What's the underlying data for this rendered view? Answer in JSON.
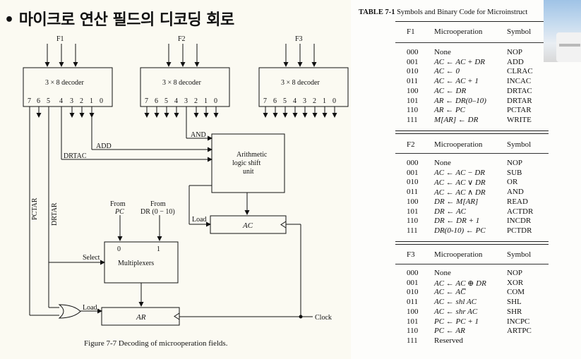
{
  "slide": {
    "title": "• 마이크로 연산 필드의 디코딩 회로"
  },
  "figure": {
    "caption": "Figure 7-7   Decoding of microoperation fields.",
    "field_labels": [
      "F1",
      "F2",
      "F3"
    ],
    "decoder_label": "3 × 8 decoder",
    "output_numbers": [
      "7",
      "6",
      "5",
      "4",
      "3",
      "2",
      "1",
      "0"
    ],
    "signals": {
      "add": "ADD",
      "drtac": "DRTAC",
      "and": "AND",
      "pctar": "PCTAR",
      "drtar": "DRTAR",
      "load_ac": "Load",
      "load_ar": "Load",
      "select": "Select",
      "clock": "Clock",
      "from": "From",
      "pc": "PC",
      "dr_range": "DR (0 − 10)",
      "mux_in0": "0",
      "mux_in1": "1"
    },
    "blocks": {
      "alu_line1": "Arithmetic",
      "alu_line2": "logic shift",
      "alu_line3": "unit",
      "ac": "AC",
      "multiplexers": "Multiplexers",
      "ar": "AR"
    }
  },
  "table": {
    "title_bold": "TABLE 7-1",
    "title_rest": " Symbols and Binary Code for Microinstruct",
    "headers": {
      "microoperation": "Microoperation",
      "symbol": "Symbol"
    },
    "sections": [
      {
        "field": "F1",
        "rows": [
          {
            "code": "000",
            "op": "None",
            "sym": "NOP"
          },
          {
            "code": "001",
            "op": "AC ← AC + DR",
            "sym": "ADD"
          },
          {
            "code": "010",
            "op": "AC ← 0",
            "sym": "CLRAC"
          },
          {
            "code": "011",
            "op": "AC ← AC + 1",
            "sym": "INCAC"
          },
          {
            "code": "100",
            "op": "AC ← DR",
            "sym": "DRTAC"
          },
          {
            "code": "101",
            "op": "AR ← DR(0–10)",
            "sym": "DRTAR"
          },
          {
            "code": "110",
            "op": "AR ← PC",
            "sym": "PCTAR"
          },
          {
            "code": "111",
            "op": "M[AR] ← DR",
            "sym": "WRITE"
          }
        ]
      },
      {
        "field": "F2",
        "rows": [
          {
            "code": "000",
            "op": "None",
            "sym": "NOP"
          },
          {
            "code": "001",
            "op": "AC ← AC − DR",
            "sym": "SUB"
          },
          {
            "code": "010",
            "op": "AC ← AC ∨ DR",
            "sym": "OR"
          },
          {
            "code": "011",
            "op": "AC ← AC ∧ DR",
            "sym": "AND"
          },
          {
            "code": "100",
            "op": "DR ← M[AR]",
            "sym": "READ"
          },
          {
            "code": "101",
            "op": "DR ← AC",
            "sym": "ACTDR"
          },
          {
            "code": "110",
            "op": "DR ← DR + 1",
            "sym": "INCDR"
          },
          {
            "code": "111",
            "op": "DR(0-10) ← PC",
            "sym": "PCTDR"
          }
        ]
      },
      {
        "field": "F3",
        "rows": [
          {
            "code": "000",
            "op": "None",
            "sym": "NOP"
          },
          {
            "code": "001",
            "op": "AC ← AC ⊕ DR",
            "sym": "XOR"
          },
          {
            "code": "010",
            "op": "AC ← AC̅",
            "sym": "COM"
          },
          {
            "code": "011",
            "op": "AC ← shl AC",
            "sym": "SHL"
          },
          {
            "code": "100",
            "op": "AC ← shr AC",
            "sym": "SHR"
          },
          {
            "code": "101",
            "op": "PC ← PC + 1",
            "sym": "INCPC"
          },
          {
            "code": "110",
            "op": "PC ← AR",
            "sym": "ARTPC"
          },
          {
            "code": "111",
            "op": "Reserved",
            "sym": ""
          }
        ]
      }
    ]
  }
}
